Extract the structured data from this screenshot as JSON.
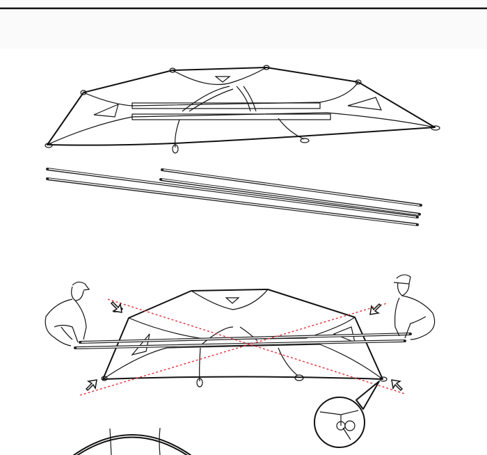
{
  "colors": {
    "line": "#111111",
    "guide_line": "#e0303a",
    "background": "#ffffff"
  },
  "figure": {
    "panels": [
      "tent-body-flat",
      "poles",
      "crossing-poles-assembly",
      "dome-preview"
    ]
  }
}
